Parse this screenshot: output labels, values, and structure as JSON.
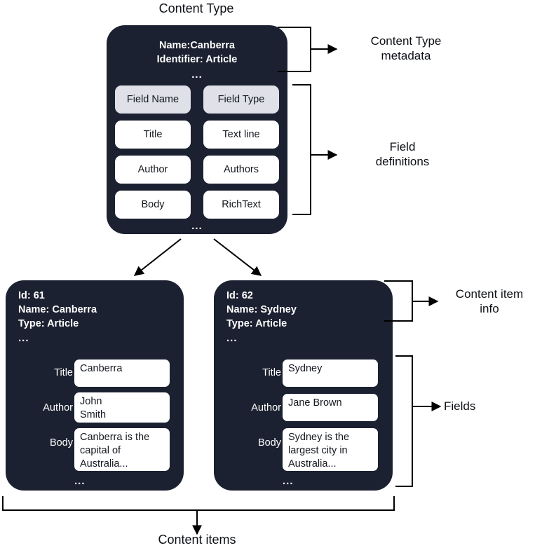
{
  "diagram": {
    "title": "Content Type",
    "footer": "Content items",
    "colors": {
      "card_bg": "#1b2130",
      "card_text": "#ffffff",
      "cell_bg": "#ffffff",
      "header_cell_bg": "#dfe0e8",
      "line": "#000000",
      "page_bg": "#ffffff"
    },
    "annotations": {
      "content_type_metadata": "Content Type\nmetadata",
      "field_definitions": "Field\ndefinitions",
      "content_item_info": "Content item\ninfo",
      "fields": "Fields"
    },
    "content_type": {
      "metadata": "Name:Canberra\nIdentifier: Article",
      "metadata_ellipsis": "...",
      "fields_ellipsis": "...",
      "field_table": {
        "headers": [
          "Field Name",
          "Field Type"
        ],
        "rows": [
          [
            "Title",
            "Text line"
          ],
          [
            "Author",
            "Authors"
          ],
          [
            "Body",
            "RichText"
          ]
        ]
      }
    },
    "content_items": [
      {
        "info": "Id: 61\nName: Canberra\nType: Article",
        "info_ellipsis": "...",
        "fields_ellipsis": "...",
        "fields": [
          {
            "label": "Title",
            "value": "Canberra"
          },
          {
            "label": "Author",
            "value": "John\nSmith"
          },
          {
            "label": "Body",
            "value": "Canberra is the\ncapital of\nAustralia..."
          }
        ]
      },
      {
        "info": "Id: 62\nName: Sydney\nType: Article",
        "info_ellipsis": "...",
        "fields_ellipsis": "...",
        "fields": [
          {
            "label": "Title",
            "value": "Sydney"
          },
          {
            "label": "Author",
            "value": "Jane Brown"
          },
          {
            "label": "Body",
            "value": "Sydney is the\nlargest city in\nAustralia..."
          }
        ]
      }
    ]
  }
}
